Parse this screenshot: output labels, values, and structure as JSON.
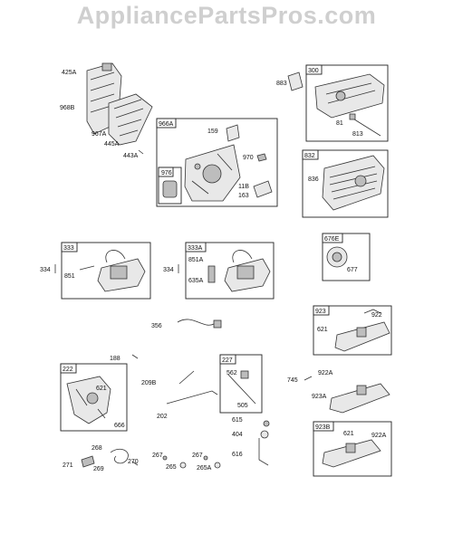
{
  "watermark": "AppliancePartsPros.com",
  "boxes": {
    "b300": "300",
    "b966A": "966A",
    "b976": "976",
    "b832": "832",
    "b333": "333",
    "b333A": "333A",
    "b676E": "676E",
    "b923": "923",
    "b222": "222",
    "b227": "227",
    "b923B": "923B"
  },
  "labels": {
    "l425A": "425A",
    "l968B": "968B",
    "l967A": "967A",
    "l445A": "445A",
    "l443A": "443A",
    "l159": "159",
    "l970": "970",
    "l11B": "11B",
    "l163": "163",
    "l883": "883",
    "l81": "81",
    "l813": "813",
    "l836": "836",
    "l334a": "334",
    "l851": "851",
    "l334b": "334",
    "l851A": "851A",
    "l635A": "635A",
    "l677": "677",
    "l356": "356",
    "l922": "922",
    "l621a": "621",
    "l188": "188",
    "l209B": "209B",
    "l562": "562",
    "l505": "505",
    "l745": "745",
    "l922A": "922A",
    "l923A": "923A",
    "l621b": "621",
    "l666": "666",
    "l202": "202",
    "l615": "615",
    "l404": "404",
    "l616": "616",
    "l621c": "621",
    "l922Ab": "922A",
    "l268": "268",
    "l271": "271",
    "l269": "269",
    "l270": "270",
    "l267a": "267",
    "l267b": "267",
    "l265": "265",
    "l265A": "265A"
  }
}
